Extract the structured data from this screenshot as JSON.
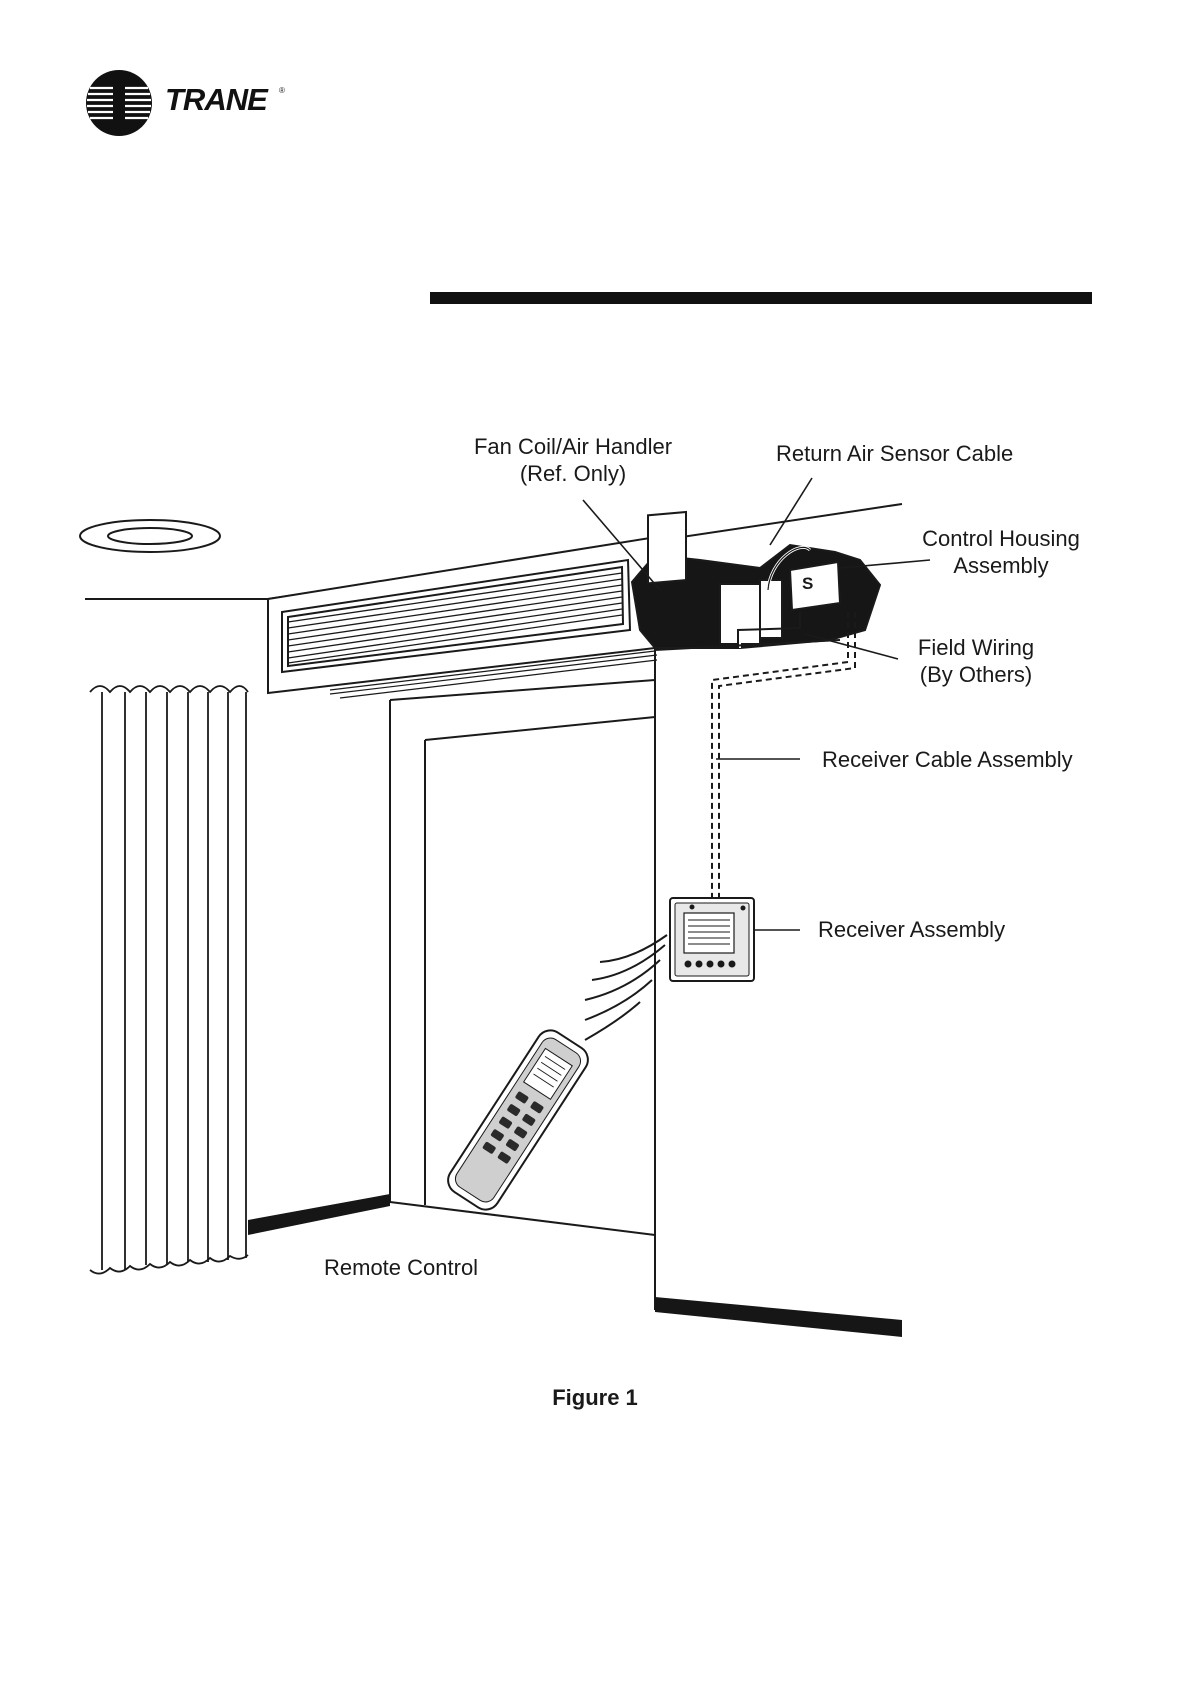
{
  "brand": {
    "name": "TRANE"
  },
  "labels": {
    "fan_coil_line1": "Fan Coil/Air Handler",
    "fan_coil_line2": "(Ref. Only)",
    "return_air_sensor_cable": "Return Air Sensor Cable",
    "control_housing_line1": "Control Housing",
    "control_housing_line2": "Assembly",
    "field_wiring_line1": "Field Wiring",
    "field_wiring_line2": "(By Others)",
    "receiver_cable_assembly": "Receiver Cable Assembly",
    "receiver_assembly": "Receiver Assembly",
    "remote_control": "Remote Control",
    "sensor_letter": "S"
  },
  "caption": "Figure 1"
}
